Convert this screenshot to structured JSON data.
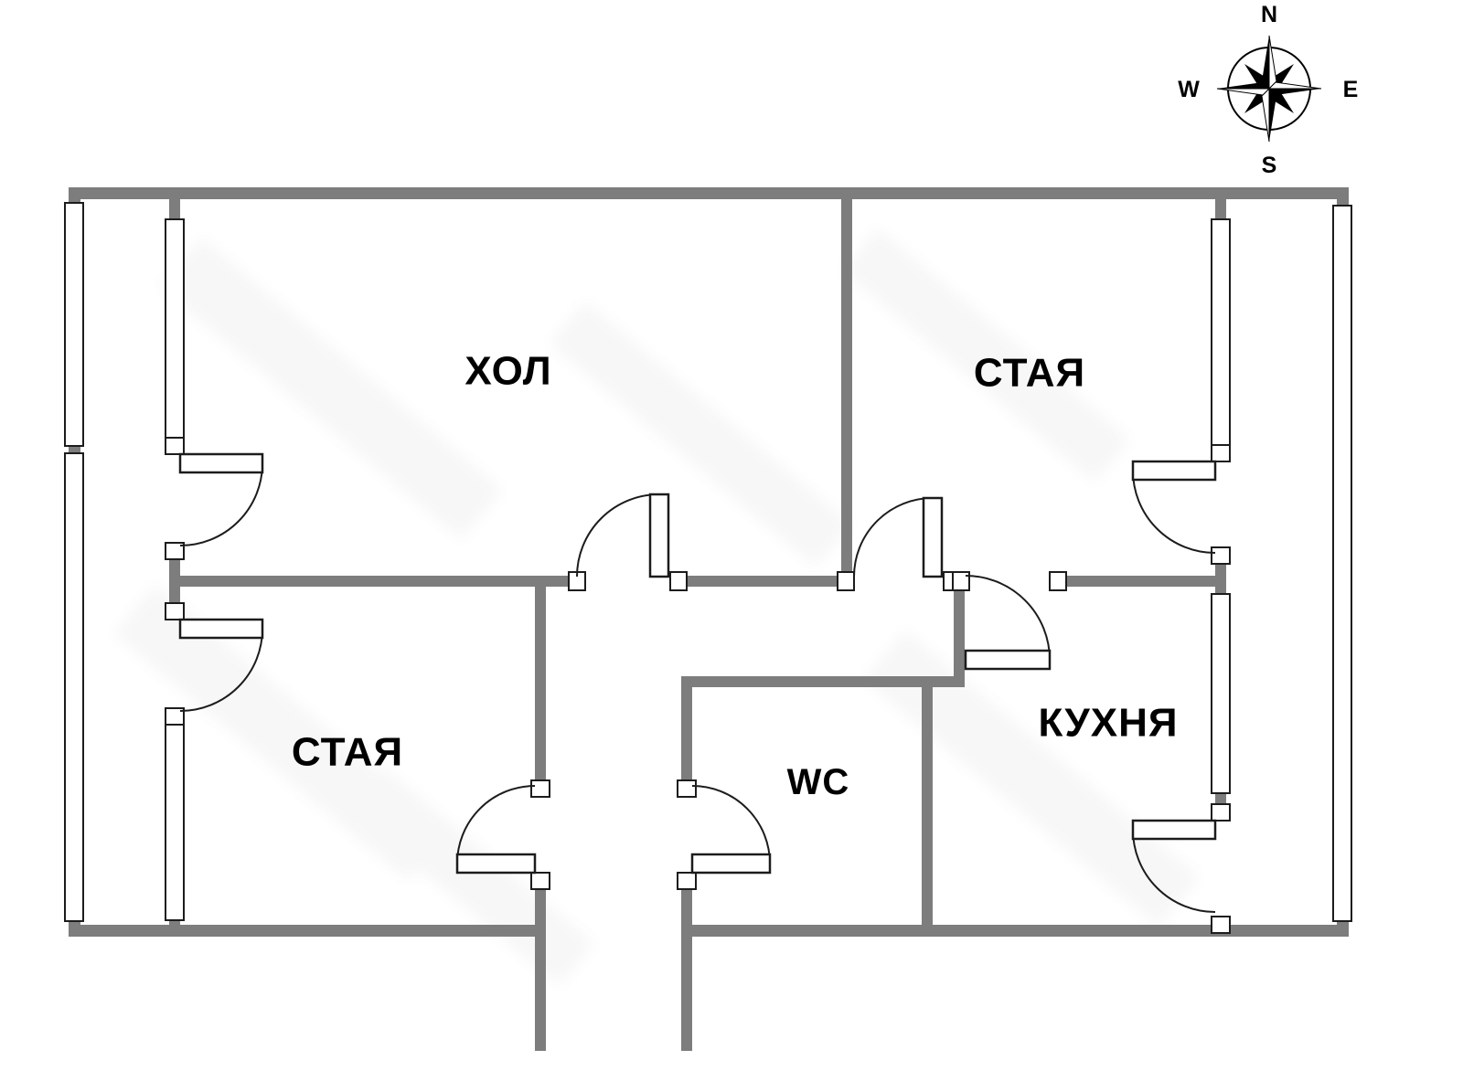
{
  "compass": {
    "north": "N",
    "east": "E",
    "south": "S",
    "west": "W"
  },
  "rooms": {
    "hall": "ХОЛ",
    "room_ne": "СТАЯ",
    "room_sw": "СТАЯ",
    "wc": "WC",
    "kitchen": "КУХНЯ"
  },
  "colors": {
    "wall": "#7d7d7d",
    "line": "#1c1c1c",
    "background": "#ffffff"
  }
}
